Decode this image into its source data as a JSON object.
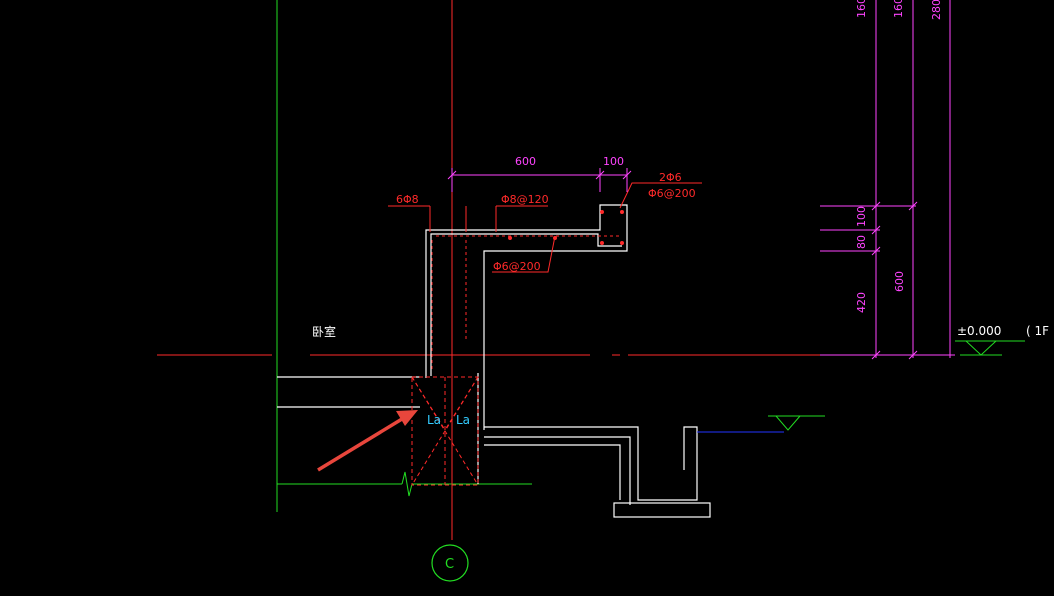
{
  "dimensions": {
    "top_600": "600",
    "top_100": "100",
    "right_160a": "160",
    "right_160b": "160",
    "right_280": "280",
    "right_100": "100",
    "right_80": "80",
    "right_420": "420",
    "right_600": "600"
  },
  "rebar": {
    "six_phi8": "6Φ8",
    "phi8_120": "Φ8@120",
    "two_phi6": "2Φ6",
    "phi6_200_top": "Φ6@200",
    "phi6_200_bottom": "Φ6@200"
  },
  "labels": {
    "room": "卧室",
    "elevation": "±0.000",
    "floor": "( 1F",
    "anchorage_left": "La",
    "anchorage_right": "La",
    "grid_axis": "C"
  },
  "colors": {
    "background": "#000000",
    "outline": "#ffffff",
    "rebar": "#ff2a2a",
    "dimension": "#ff44ff",
    "axis": "#22dd22",
    "anchorage": "#33ccff",
    "water": "#2233ff",
    "pointer_arrow": "#e8463c"
  }
}
